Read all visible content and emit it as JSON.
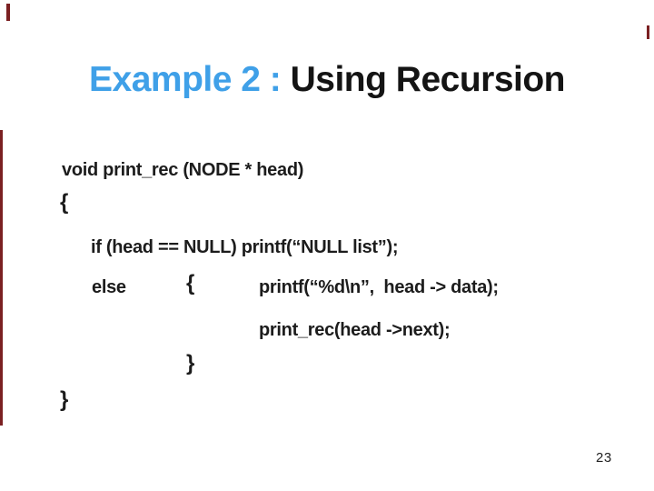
{
  "slide": {
    "title": {
      "highlight": "Example 2 : ",
      "rest": "Using Recursion"
    },
    "code": {
      "line1": "void print_rec (NODE * head)",
      "open_brace": "{",
      "if_line": "if (head == NULL) printf(“NULL list”);",
      "else_keyword": "else",
      "inner_open_brace": "{",
      "printf_line": "printf(“%d\\n”,  head -> data);",
      "recursive_call": "print_rec(head ->next);",
      "inner_close_brace": "}",
      "close_brace": "}"
    },
    "page_number": "23",
    "colors": {
      "title_highlight": "#3FA0E8",
      "title_text": "#141414",
      "code_text": "#1C1C1C",
      "accent_border": "#7B2022",
      "page_number": "#222222",
      "background": "#FFFFFF"
    }
  }
}
